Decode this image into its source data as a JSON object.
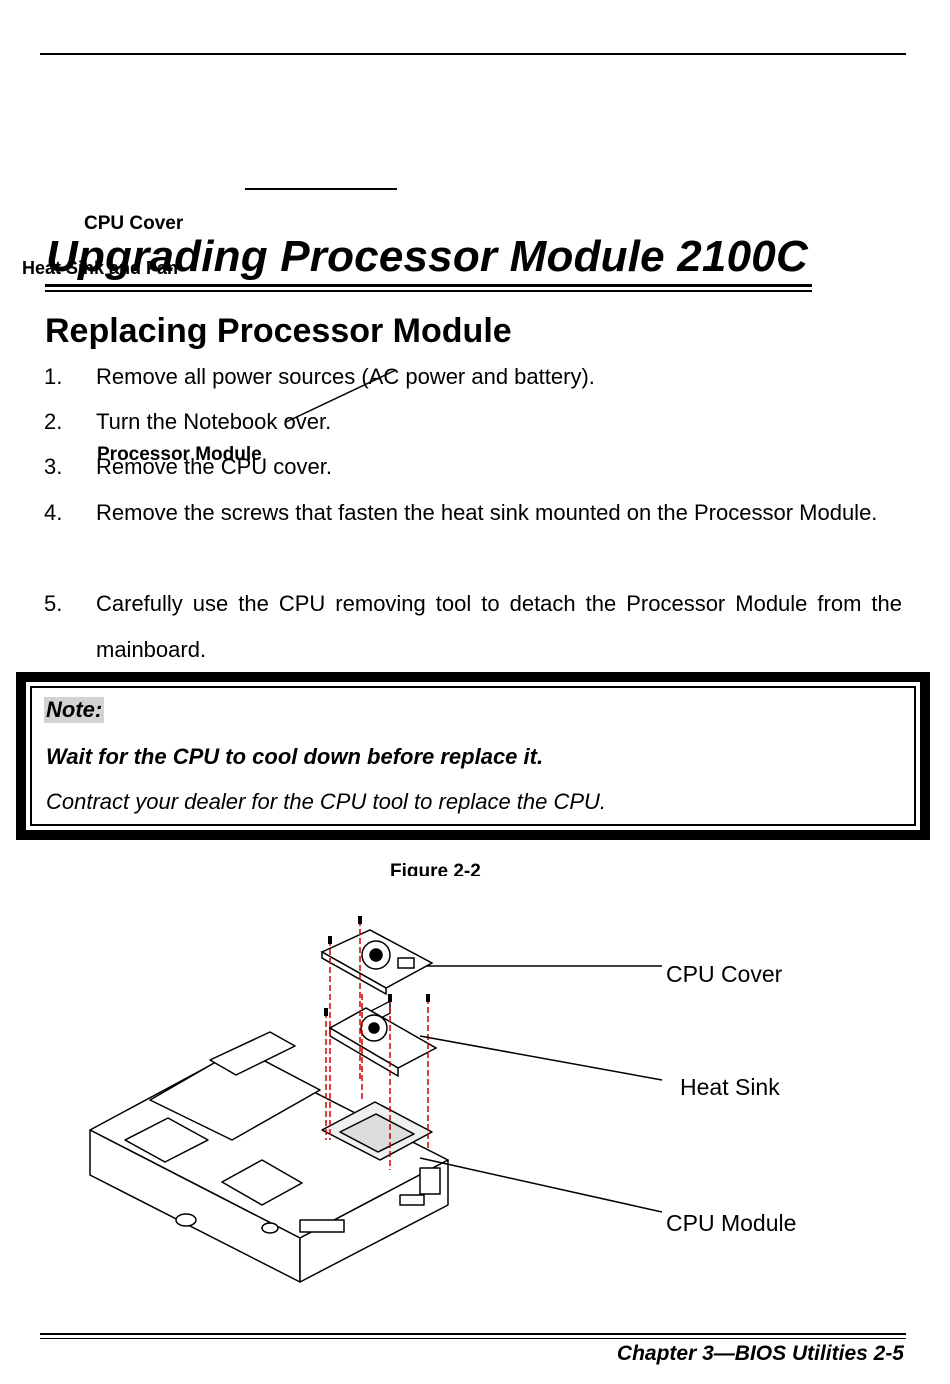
{
  "page": {
    "ghost_labels": {
      "cpu_cover": "CPU Cover",
      "heat_sink_fan": "Heat Sink and Fan",
      "processor_module": "Processor Module",
      "figure": "Figure 2-2"
    },
    "title": "Upgrading Processor Module 2100C",
    "subtitle": "Replacing Processor Module",
    "steps": [
      {
        "num": "1.",
        "text": "Remove all power sources (AC power and battery)."
      },
      {
        "num": "2.",
        "text": "Turn the Notebook over."
      },
      {
        "num": "3.",
        "text": "Remove the CPU cover."
      },
      {
        "num": "4.",
        "text": "Remove the screws that fasten the heat sink mounted on the Processor Module."
      },
      {
        "num": "5.",
        "text": "Carefully use the CPU removing tool to detach the Processor Module from the mainboard."
      }
    ],
    "note": {
      "label": "Note:",
      "line1": "Wait for the CPU to cool down before replace it.",
      "line2": "Contract your dealer for the CPU tool to replace the CPU."
    },
    "figure": {
      "callouts": {
        "cpu_cover": "CPU Cover",
        "heat_sink": "Heat Sink",
        "cpu_module": "CPU Module"
      }
    },
    "footer": "Chapter 3—BIOS Utilities 2-5"
  }
}
